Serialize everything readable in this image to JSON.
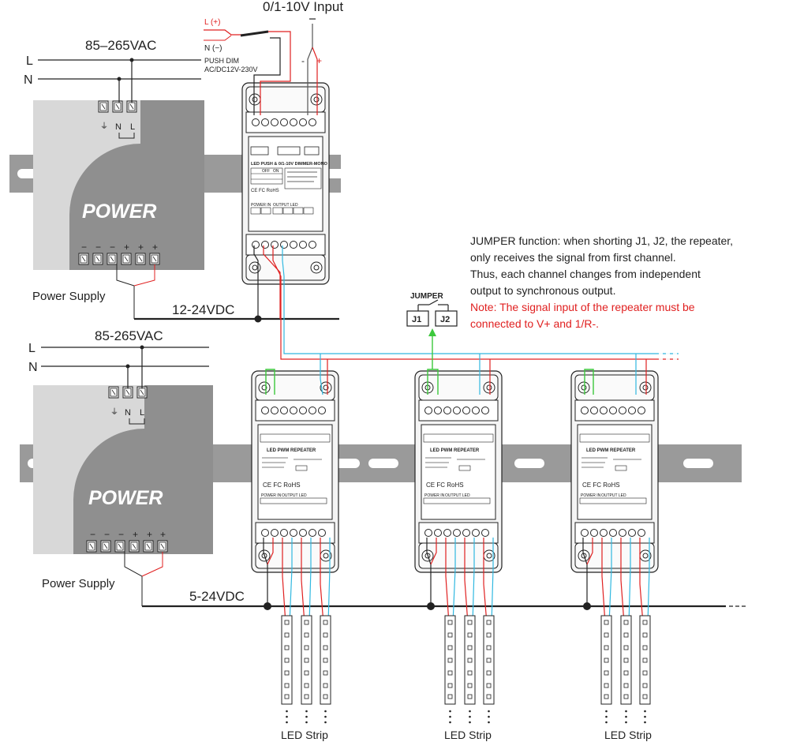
{
  "top_input_title": "0/1-10V Input",
  "ac_input_label": "85–265VAC",
  "ac_input_label_2": "85-265VAC",
  "line_label": "L",
  "neutral_label": "N",
  "push_dim": {
    "l_plus": "L (+)",
    "n_minus": "N (−)",
    "line1": "PUSH DIM",
    "line2": "AC/DC12V-230V"
  },
  "power_supply": {
    "brand": "POWER",
    "caption": "Power Supply",
    "terminal_ground": "⏚",
    "terminal_n": "N",
    "terminal_l": "L",
    "dc_terminals": [
      "−",
      "−",
      "−",
      "+",
      "+",
      "+"
    ]
  },
  "voltage_top": "12-24VDC",
  "voltage_bottom": "5-24VDC",
  "dimmer": {
    "title": "LED  PUSH & 0/1-10V DIMMER-MONO",
    "switch_off": "OFF",
    "switch_on": "ON",
    "marks": "CE FC RoHS",
    "power_in": "POWER IN",
    "output": "OUTPUT LED"
  },
  "repeaters": [
    {
      "title": "LED  PWM REPEATER",
      "marks": "CE FC RoHS",
      "power_in": "POWER IN",
      "output": "OUTPUT LED"
    },
    {
      "title": "LED  PWM REPEATER",
      "marks": "CE FC RoHS",
      "power_in": "POWER IN",
      "output": "OUTPUT LED"
    },
    {
      "title": "LED  PWM REPEATER",
      "marks": "CE FC RoHS",
      "power_in": "POWER IN",
      "output": "OUTPUT LED"
    }
  ],
  "jumper": {
    "title": "JUMPER",
    "j1": "J1",
    "j2": "J2"
  },
  "note": {
    "line1": "JUMPER function: when shorting J1, J2, the repeater,",
    "line2": "only receives the signal from first channel.",
    "line3": "Thus, each channel changes from independent",
    "line4": "output to synchronous output.",
    "line5": "Note: The signal input of the repeater must be",
    "line6": "connected to V+ and 1/R-."
  },
  "led_strip_label": "LED Strip",
  "input_minus": "-",
  "input_plus": "+",
  "colors": {
    "red_wire": "#e02020",
    "cyan_wire": "#30b8e0",
    "green_wire": "#3cc83c",
    "note_red": "#e02020",
    "ps_body": "#8f8f8f",
    "rail": "#9a9a9a"
  }
}
